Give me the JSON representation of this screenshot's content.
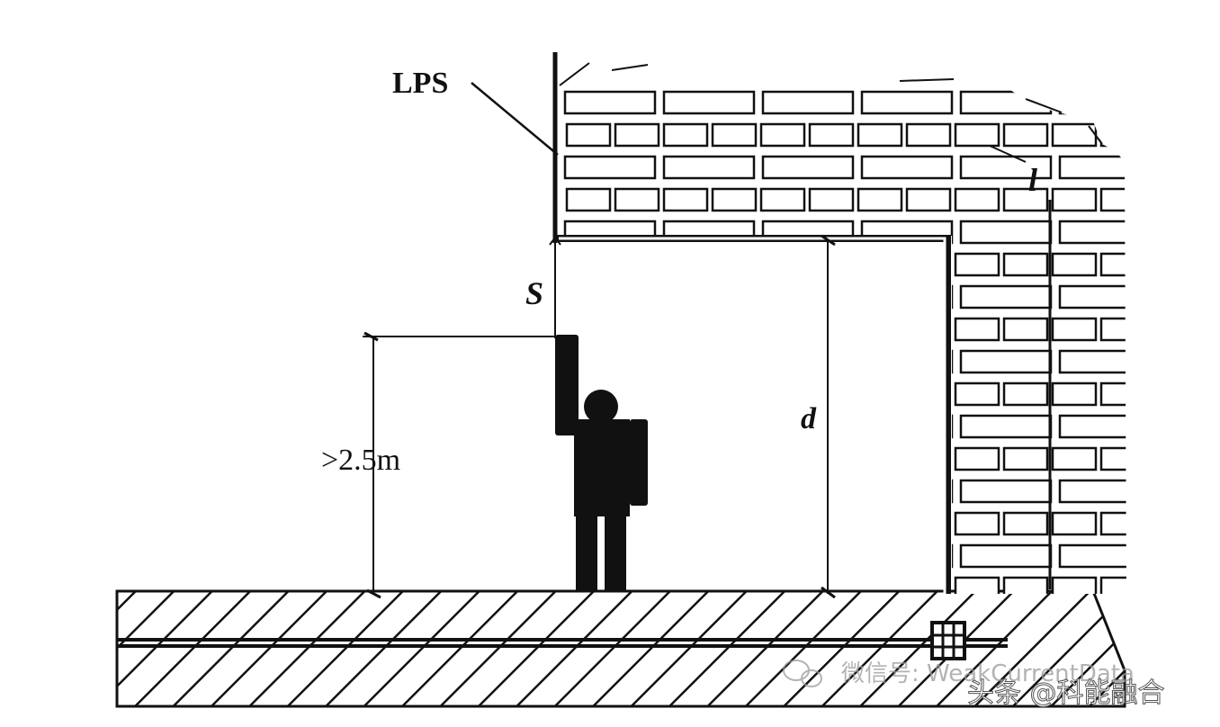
{
  "labels": {
    "lps": "LPS",
    "s": "S",
    "d": "d",
    "l": "l",
    "height": ">2.5m"
  },
  "watermark": {
    "wechat": "微信号: WeakCurrentData",
    "toutiao": "头条 @科能融合"
  },
  "colors": {
    "ink": "#111111",
    "background": "#ffffff",
    "watermark": "#9a9a9a"
  },
  "icons": {
    "watermark_icon": "wechat-icon"
  }
}
